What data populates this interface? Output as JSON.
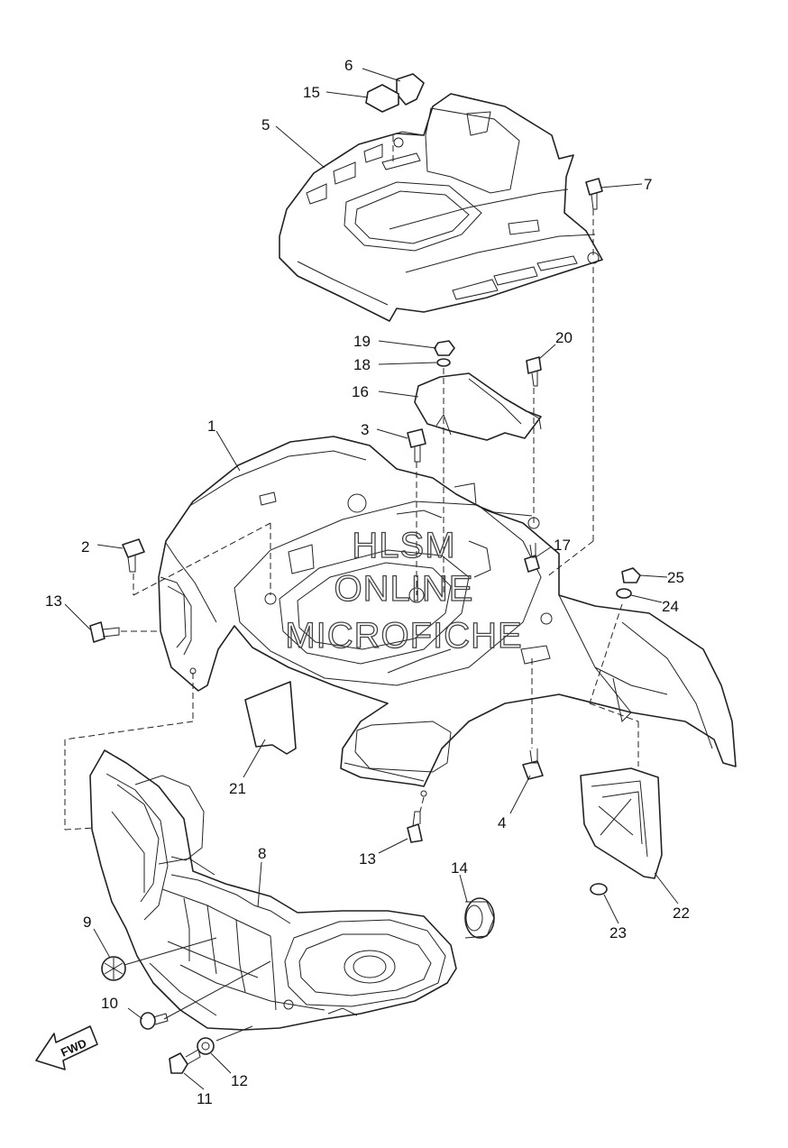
{
  "diagram": {
    "watermark": {
      "line1": "HLSM",
      "line2": "ONLINE",
      "line3": "MICROFICHE"
    },
    "direction_label": "FWD",
    "callouts": [
      {
        "id": "c1",
        "label": "1"
      },
      {
        "id": "c2",
        "label": "2"
      },
      {
        "id": "c3",
        "label": "3"
      },
      {
        "id": "c4",
        "label": "4"
      },
      {
        "id": "c5",
        "label": "5"
      },
      {
        "id": "c6",
        "label": "6"
      },
      {
        "id": "c7",
        "label": "7"
      },
      {
        "id": "c8",
        "label": "8"
      },
      {
        "id": "c9",
        "label": "9"
      },
      {
        "id": "c10",
        "label": "10"
      },
      {
        "id": "c11",
        "label": "11"
      },
      {
        "id": "c12",
        "label": "12"
      },
      {
        "id": "c13a",
        "label": "13"
      },
      {
        "id": "c13b",
        "label": "13"
      },
      {
        "id": "c14",
        "label": "14"
      },
      {
        "id": "c15",
        "label": "15"
      },
      {
        "id": "c16",
        "label": "16"
      },
      {
        "id": "c17",
        "label": "17"
      },
      {
        "id": "c18",
        "label": "18"
      },
      {
        "id": "c19",
        "label": "19"
      },
      {
        "id": "c20",
        "label": "20"
      },
      {
        "id": "c21",
        "label": "21"
      },
      {
        "id": "c22",
        "label": "22"
      },
      {
        "id": "c23",
        "label": "23"
      },
      {
        "id": "c24",
        "label": "24"
      },
      {
        "id": "c25",
        "label": "25"
      }
    ]
  }
}
